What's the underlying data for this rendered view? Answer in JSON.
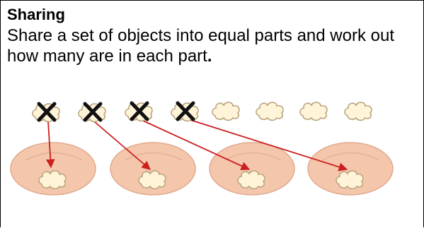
{
  "card": {
    "title": "Sharing",
    "description": "Share a set of objects into equal parts and work out how many are in each part",
    "description_end": "."
  },
  "diagram": {
    "object_count": 8,
    "crossed_objects": [
      1,
      2,
      3,
      4
    ],
    "plate_count": 4,
    "colors": {
      "cookie_fill": "#fff3d8",
      "cookie_stroke": "#b8a47c",
      "plate_fill": "#f4c7ad",
      "plate_stroke": "#e0a98c",
      "plate_rim": "#e8b59a",
      "arrow": "#cc1f1f",
      "cross": "#111111"
    }
  }
}
